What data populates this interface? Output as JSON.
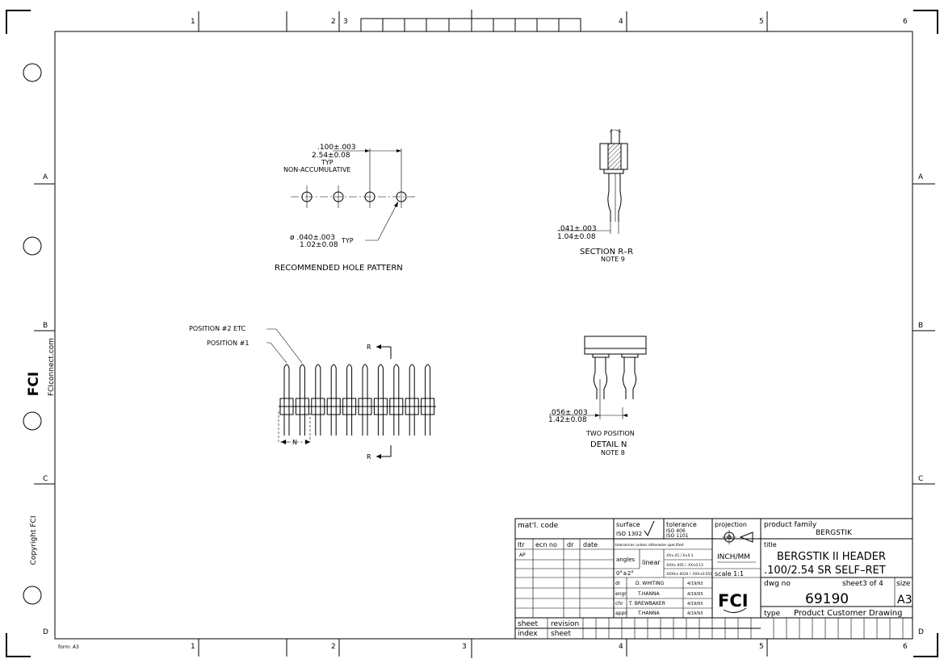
{
  "border": {
    "top_numbers": [
      "1",
      "2",
      "3",
      "4",
      "5",
      "6"
    ],
    "bottom_numbers": [
      "1",
      "2",
      "3",
      "4",
      "5",
      "6"
    ],
    "side_letters": [
      "A",
      "B",
      "C",
      "D"
    ],
    "form_label": "form: A3"
  },
  "side": {
    "brand_logo": "FCI",
    "website": "FCIconnect.com",
    "copyright": "Copyright FCI"
  },
  "hole_pattern": {
    "pitch_dim_1": ".100±.003",
    "pitch_dim_2": "2.54±0.08",
    "pitch_typ": "TYP",
    "pitch_note": "NON-ACCUMULATIVE",
    "hole_dim_1": "ø .040±.003",
    "hole_dim_2": "1.02±0.08",
    "hole_typ": "TYP",
    "title": "RECOMMENDED HOLE PATTERN"
  },
  "section_rr": {
    "dim_1": ".041±.003",
    "dim_2": "1.04±0.08",
    "title": "SECTION R–R",
    "note": "NOTE 9"
  },
  "header_view": {
    "label_pos2": "POSITION #2 ETC",
    "label_pos1": "POSITION #1",
    "section_marker_top": "R",
    "section_marker_bottom": "R",
    "detail_marker": "N",
    "pin_count": 10
  },
  "detail_n": {
    "dim_1": ".056±.003",
    "dim_2": "1.42±0.08",
    "subtitle": "TWO POSITION",
    "title": "DETAIL N",
    "note": "NOTE 8"
  },
  "title_block": {
    "matl_code": "mat'l. code",
    "surface_label": "surface",
    "surface_iso": "ISO 1302",
    "tolerance_label": "tolerance",
    "tolerance_iso_1": "ISO 406",
    "tolerance_iso_2": "ISO 1101",
    "projection_label": "projection",
    "rev_headers": [
      "ltr",
      "ecn no",
      "dr",
      "date"
    ],
    "rev_first_ltr": "AP",
    "tol_note": "tolerances unless otherwise specified",
    "angles_label": "angles",
    "angles_value": "0°±2°",
    "linear_label": "linear",
    "linear_rows": [
      ".XX±.01 / X±0.3",
      ".XXX±.005 / .XX±0.13",
      ".XXXX±.0020 / .XXX±0.051"
    ],
    "units": "INCH/MM",
    "scale": "scale 1:1",
    "signoffs": [
      {
        "role": "dr",
        "name": "D. WHITING",
        "date": "4/19/93"
      },
      {
        "role": "engr",
        "name": "T.HANNA",
        "date": "4/19/93"
      },
      {
        "role": "chr",
        "name": "T. BREWBAKER",
        "date": "4/19/93"
      },
      {
        "role": "appd",
        "name": "T.HANNA",
        "date": "4/19/93"
      }
    ],
    "logo": "FCI",
    "product_family_label": "product family",
    "product_family": "BERGSTIK",
    "title_label": "title",
    "title_line_1": "BERGSTIK II HEADER",
    "title_line_2": ".100/2.54 SR SELF–RET",
    "dwg_no_label": "dwg no",
    "sheet_label": "sheet3  of 4",
    "size_label": "size",
    "dwg_no": "69190",
    "size": "A3",
    "type_label": "type",
    "type_value": "Product Customer Drawing",
    "sheet_index_1": "sheet",
    "sheet_index_2": "index",
    "revision_sheet_1": "revision",
    "revision_sheet_2": "sheet"
  }
}
